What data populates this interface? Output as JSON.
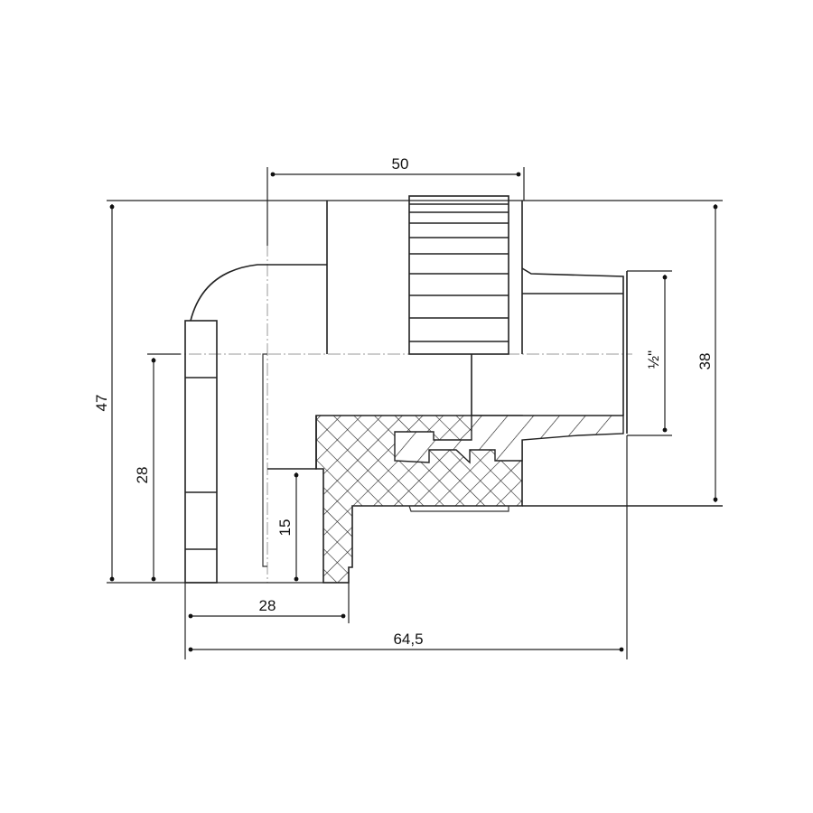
{
  "drawing": {
    "subject": "Union elbow fitting, male thread, sectional view",
    "line_color": "#222222",
    "background": "#ffffff",
    "dimensions": {
      "top_width": "50",
      "overall_height": "47",
      "right_height": "38",
      "thread_size": "½\"",
      "left_socket_height": "28",
      "inner_socket_depth": "15",
      "bottom_socket_width": "28",
      "overall_length": "64,5"
    }
  }
}
